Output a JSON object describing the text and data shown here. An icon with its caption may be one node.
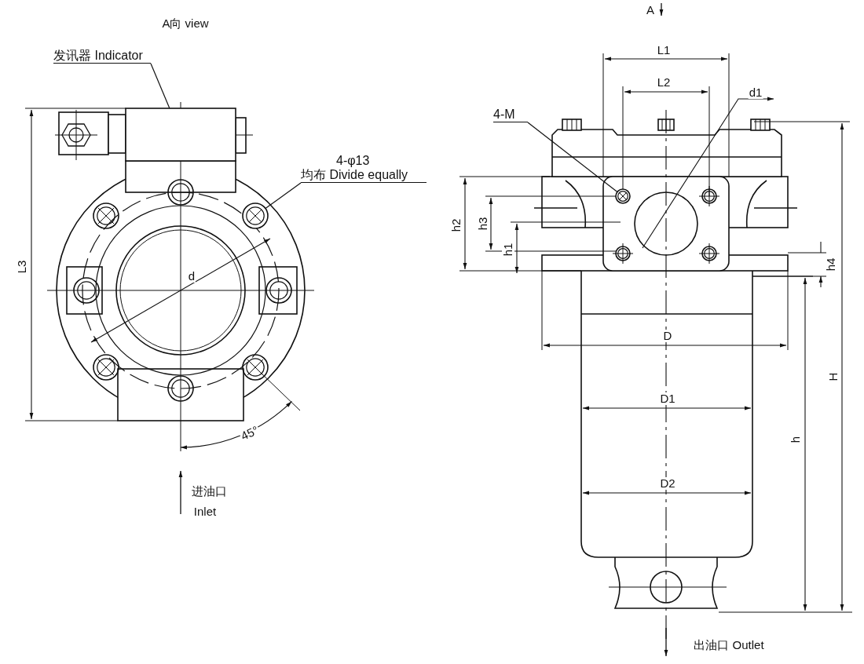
{
  "diagram": {
    "nodes": [
      {
        "text": [
          "发讯器 Indicator"
        ]
      },
      {
        "text": [],
        "shape": "box"
      },
      {
        "text": [
          "4-φ13",
          "均布 Divide equally"
        ]
      },
      {
        "text": [],
        "shape": "circle"
      },
      {
        "text": [
          "4-M"
        ]
      },
      {
        "text": [],
        "shape": "circle"
      }
    ],
    "edges": [
      {
        "from": 0,
        "to": 1,
        "arrow": "none"
      },
      {
        "from": 2,
        "to": 3,
        "arrow": "none"
      },
      {
        "from": 4,
        "to": 5,
        "arrow": "none"
      }
    ],
    "labels": [
      "A向 view",
      "L3",
      "d",
      "45°",
      "进油口",
      "Inlet",
      "A",
      "L1",
      "L2",
      "d1",
      "h2",
      "h3",
      "h1",
      "h4",
      "D",
      "D1",
      "D2",
      "H",
      "h",
      "出油口 Outlet"
    ]
  }
}
